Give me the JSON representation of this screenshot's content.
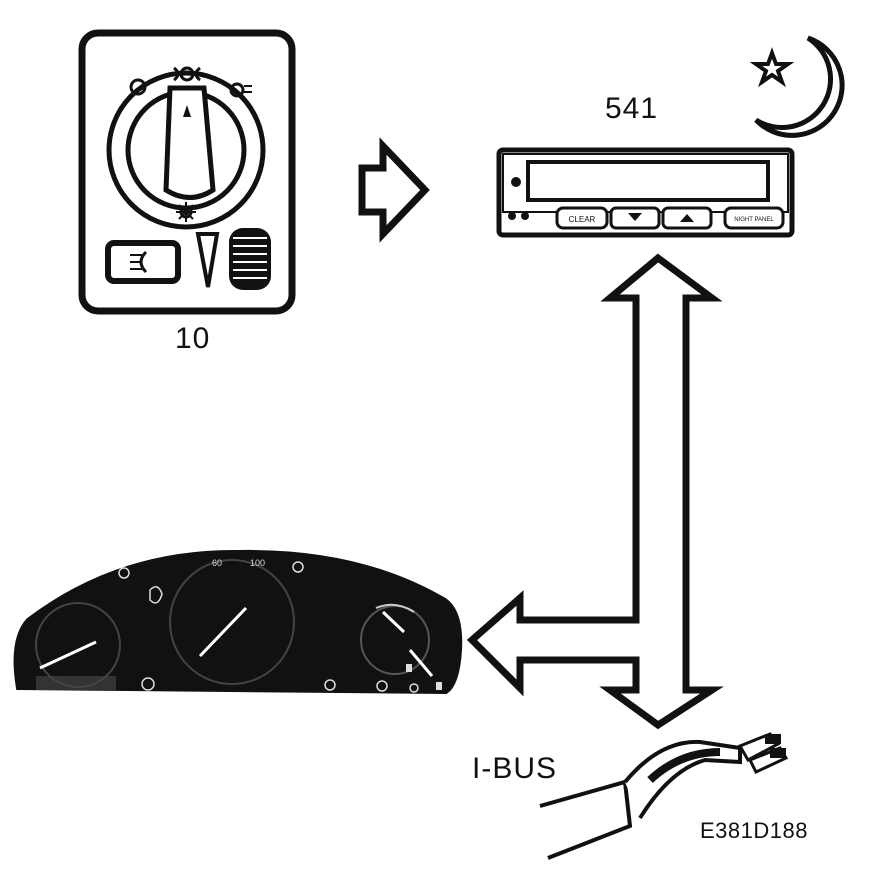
{
  "labels": {
    "switch_module": "10",
    "display_module": "541",
    "bus": "I-BUS",
    "figure_code": "E381D188"
  },
  "display_buttons": {
    "clear": "CLEAR",
    "down": "▼",
    "up": "▲",
    "right": "NIGHT PANEL"
  },
  "cluster_scale": [
    "60",
    "100"
  ],
  "icons": [
    "headlight-switch-icon",
    "night-moon-star-icon",
    "fog-light-icon",
    "instrument-cluster-icon",
    "bus-cable-icon"
  ],
  "colors": {
    "ink": "#111111",
    "paper": "#ffffff"
  }
}
